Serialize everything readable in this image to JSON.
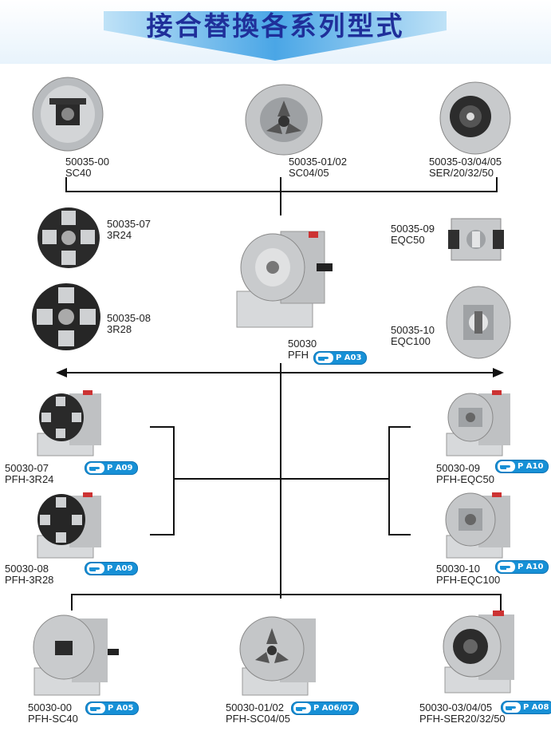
{
  "title": "接合替換各系列型式",
  "colors": {
    "title": "#1f2f9a",
    "banner": "#2f8fd8",
    "tag": "#1790d6",
    "line": "#111111"
  },
  "products": {
    "sc40": {
      "code": "50035-00",
      "name": "SC40",
      "image": "manual-chuck-photo"
    },
    "sc0405": {
      "code": "50035-01/02",
      "name": "SC04/05",
      "image": "three-jaw-chuck-photo"
    },
    "ser": {
      "code": "50035-03/04/05",
      "name": "SER/20/32/50",
      "image": "collet-chuck-photo"
    },
    "r24": {
      "code": "50035-07",
      "name": "3R24",
      "image": "3r-pallet-chuck-photo"
    },
    "r28": {
      "code": "50035-08",
      "name": "3R28",
      "image": "3r-pallet-chuck-photo"
    },
    "pfh": {
      "code": "50030",
      "name": "PFH",
      "ref": "P A03",
      "image": "indexing-fixture-photo"
    },
    "eqc50": {
      "code": "50035-09",
      "name": "EQC50",
      "image": "eqc-chuck-photo"
    },
    "eqc100": {
      "code": "50035-10",
      "name": "EQC100",
      "image": "eqc-chuck-photo"
    },
    "pfh_3r24": {
      "code": "50030-07",
      "name": "PFH-3R24",
      "ref": "P A09",
      "image": "fixture-with-3r-chuck-photo"
    },
    "pfh_3r28": {
      "code": "50030-08",
      "name": "PFH-3R28",
      "ref": "P A09",
      "image": "fixture-with-3r-chuck-photo"
    },
    "pfh_eqc50": {
      "code": "50030-09",
      "name": "PFH-EQC50",
      "ref": "P A10",
      "image": "fixture-with-eqc-chuck-photo"
    },
    "pfh_eqc100": {
      "code": "50030-10",
      "name": "PFH-EQC100",
      "ref": "P A10",
      "image": "fixture-with-eqc-chuck-photo"
    },
    "pfh_sc40": {
      "code": "50030-00",
      "name": "PFH-SC40",
      "ref": "P A05",
      "image": "fixture-with-sc-chuck-photo"
    },
    "pfh_sc0405": {
      "code": "50030-01/02",
      "name": "PFH-SC04/05",
      "ref": "P A06/07",
      "image": "fixture-with-jaw-chuck-photo"
    },
    "pfh_ser": {
      "code": "50030-03/04/05",
      "name": "PFH-SER20/32/50",
      "ref": "P A08",
      "image": "fixture-with-collet-chuck-photo"
    }
  }
}
